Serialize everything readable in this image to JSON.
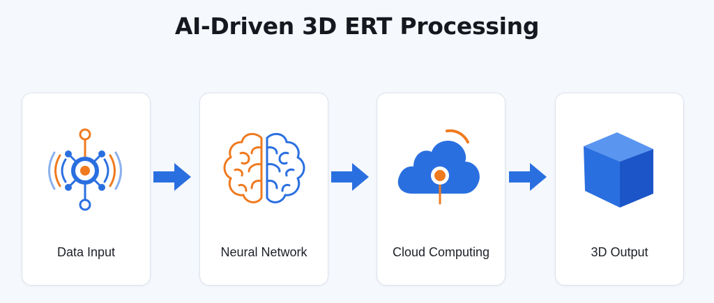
{
  "title": "AI-Driven 3D ERT Processing",
  "colors": {
    "primary_blue": "#2a6fe0",
    "accent_orange": "#ef7a1f",
    "text": "#1c1f26",
    "card_border": "#dde3ec",
    "background": "#f5f8fc"
  },
  "steps": [
    {
      "label": "Data Input",
      "icon": "sensor-hub-icon"
    },
    {
      "label": "Neural Network",
      "icon": "brain-icon"
    },
    {
      "label": "Cloud Computing",
      "icon": "cloud-icon"
    },
    {
      "label": "3D Output",
      "icon": "cube-icon"
    }
  ],
  "connectors": [
    {
      "from": "Data Input",
      "to": "Neural Network"
    },
    {
      "from": "Neural Network",
      "to": "Cloud Computing"
    },
    {
      "from": "Cloud Computing",
      "to": "3D Output"
    }
  ]
}
